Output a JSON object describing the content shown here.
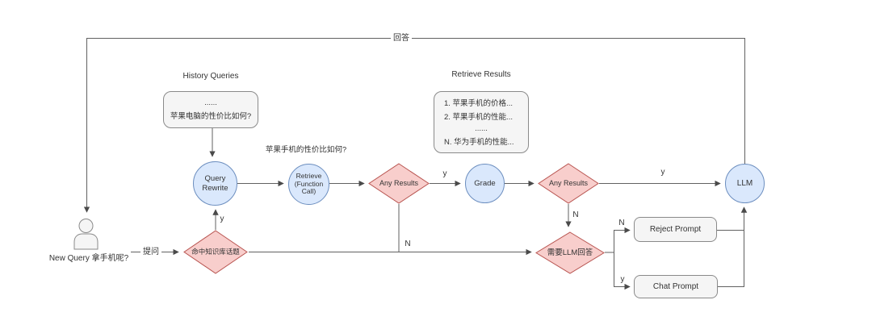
{
  "person": {
    "label": "New Query 拿手机呢?"
  },
  "history": {
    "title": "History Queries",
    "line1": "......",
    "line2": "苹果电脑的性价比如何?"
  },
  "retrieve_results": {
    "title": "Retrieve Results",
    "items": [
      "1. 苹果手机的价格...",
      "2. 苹果手机的性能...",
      "......",
      "N. 华为手机的性能..."
    ]
  },
  "nodes": {
    "query_rewrite": "Query\nRewrite",
    "retrieve": "Retrieve\n(Function\nCall)",
    "grade": "Grade",
    "llm": "LLM",
    "any_results_1": "Any Results",
    "any_results_2": "Any Results",
    "hit_topic": "命中知识库话题",
    "need_llm_answer": "需要LLM回答",
    "reject_prompt": "Reject Prompt",
    "chat_prompt": "Chat Prompt"
  },
  "edge_labels": {
    "answer": "回答",
    "ask": "提问",
    "rewritten_query": "苹果手机的性价比如何?",
    "hit_topic_yes": "y",
    "any_results_1_yes": "y",
    "any_results_1_no": "N",
    "any_results_2_yes": "y",
    "any_results_2_no": "N",
    "need_llm_no": "N",
    "need_llm_yes": "y"
  },
  "colors": {
    "circle_fill": "#dae8fc",
    "circle_border": "#6c8ebf",
    "diamond_fill": "#f8cecc",
    "diamond_border": "#b85450",
    "box_fill": "#f5f5f5",
    "box_border": "#8a8a8a",
    "line": "#616161",
    "text": "#333333"
  }
}
